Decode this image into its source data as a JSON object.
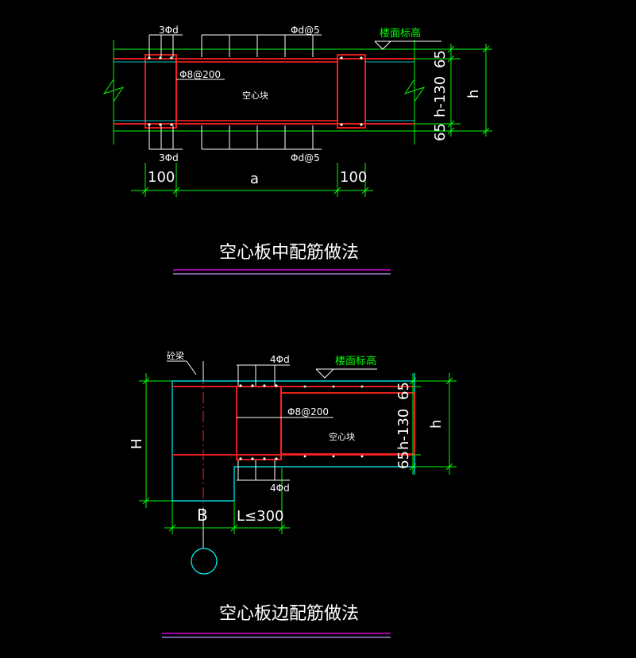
{
  "drawing_1": {
    "title": "空心板中配筋做法",
    "rebar_top_left": "3Φd",
    "rebar_top_right": "Φd@5",
    "rebar_bottom_left": "3Φd",
    "rebar_bottom_right": "Φd@5",
    "stirrup": "Φ8@200",
    "hollow_block": "空心块",
    "floor_level": "楼面标高",
    "dim_left": "100",
    "dim_span": "a",
    "dim_right": "100",
    "dim_top": "65",
    "dim_mid": "h-130",
    "dim_bot": "65",
    "dim_total": "h"
  },
  "drawing_2": {
    "title": "空心板边配筋做法",
    "beam_label": "砼梁",
    "rebar_top": "4Φd",
    "rebar_bottom": "4Φd",
    "stirrup": "Φ8@200",
    "hollow_block": "空心块",
    "floor_level": "楼面标高",
    "dim_height": "H",
    "dim_width": "B",
    "dim_length": "L≤300",
    "dim_top": "65",
    "dim_mid": "h-130",
    "dim_bot": "65",
    "dim_total": "h"
  },
  "colors": {
    "background": "#000000",
    "concrete_outline": "#00ffff",
    "rebar": "#ff2020",
    "dimension": "#00ff00",
    "annotation": "#ffffff",
    "level_text": "#00ff00",
    "title_underline_1": "#ff00ff",
    "title_underline_2": "#c0a0ff"
  }
}
